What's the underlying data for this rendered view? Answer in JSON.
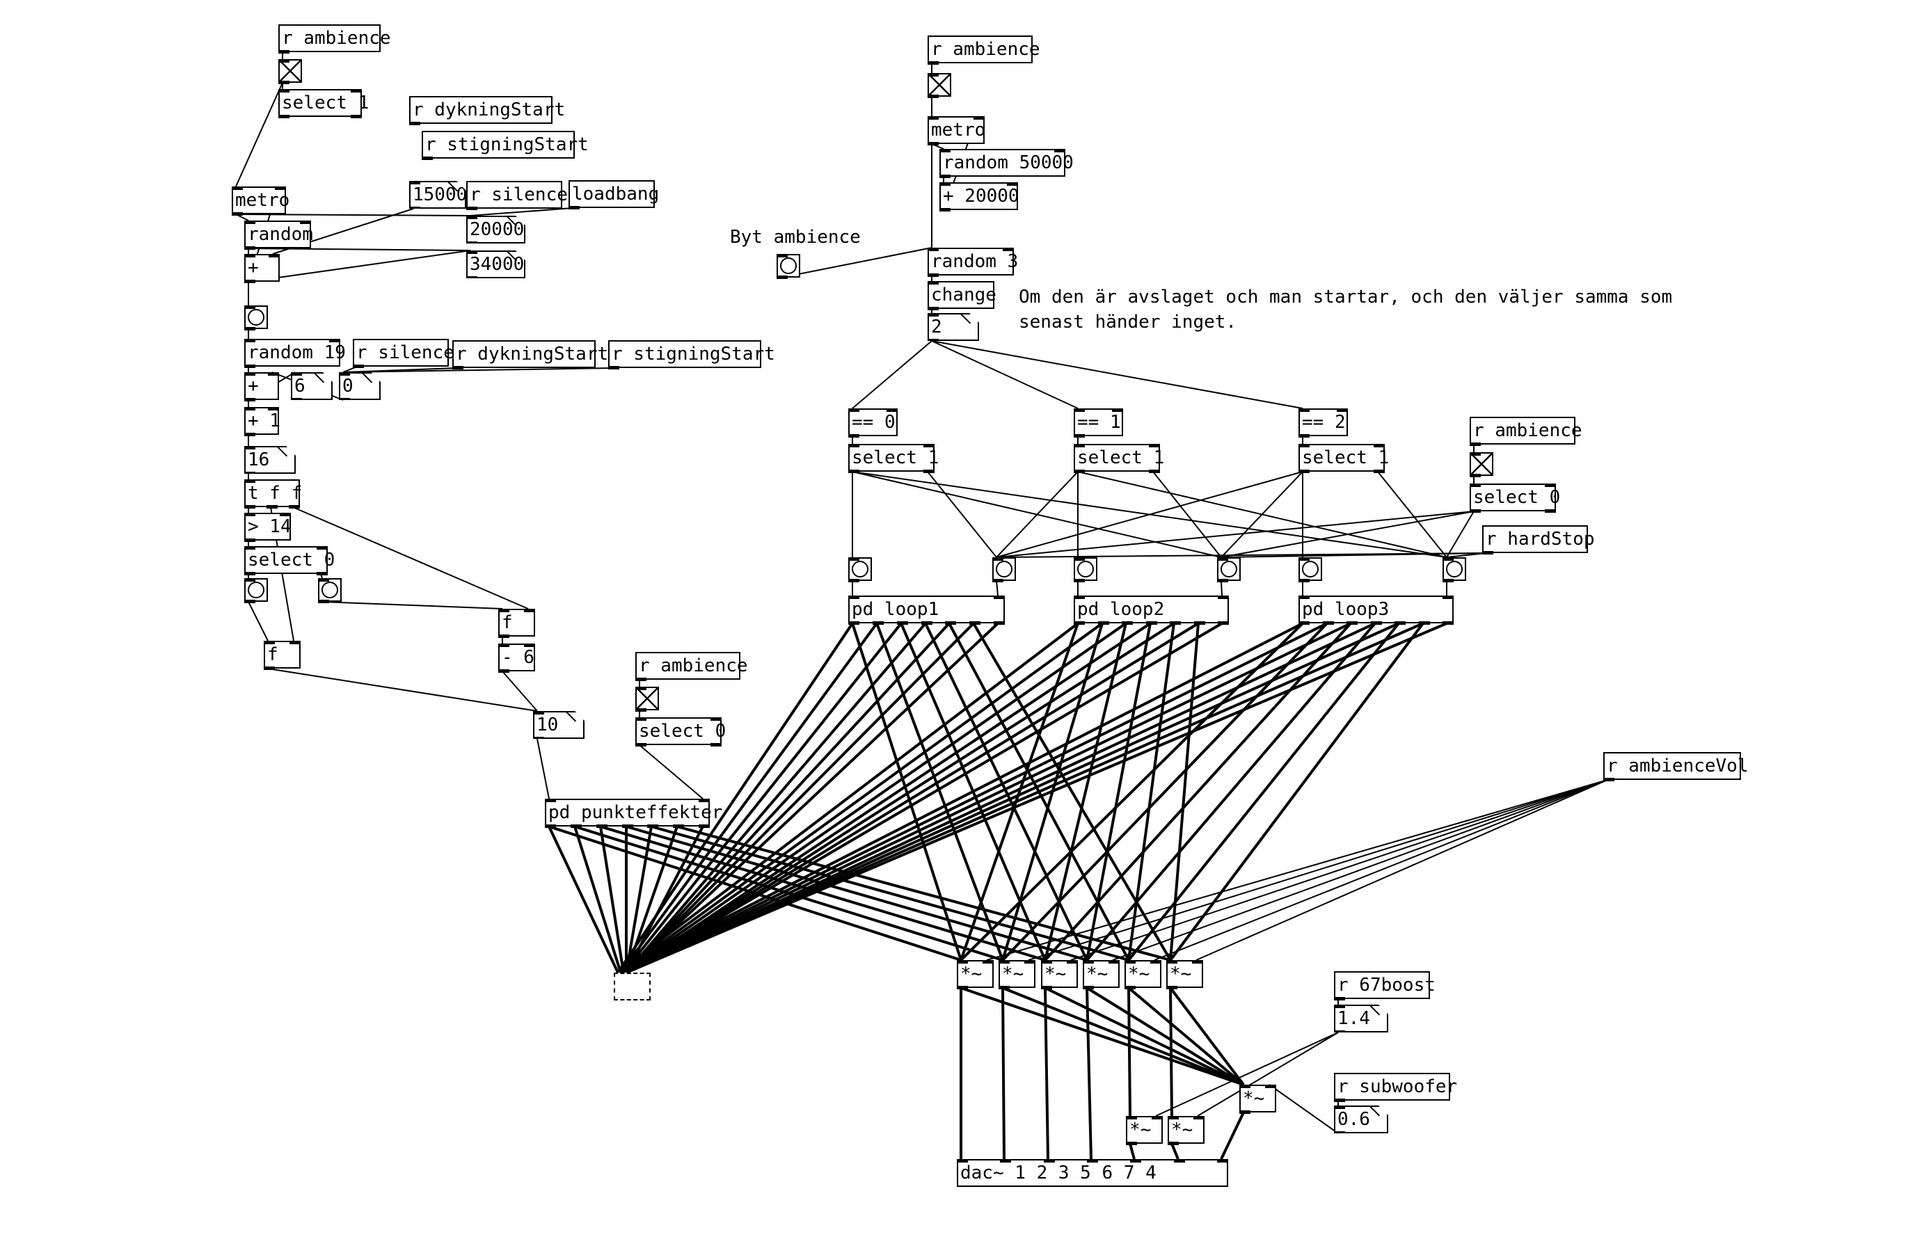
{
  "window": {
    "background": "#ffffff",
    "foreground": "#000000"
  },
  "labels": {
    "amb1": "r ambience",
    "sel1": "select 1",
    "dykstart1": "r dykningStart",
    "stigstart1": "r stigningStart",
    "metro1": "metro",
    "n15000": "15000",
    "rsilence1": "r silence",
    "loadbang": "loadbang",
    "random1": "random",
    "m20000": "20000",
    "plus1": "+",
    "m34000": "34000",
    "random19": "random 19",
    "rsilence2": "r silence",
    "dykstart2": "r dykningStart",
    "stigstart2": "r stigningStart",
    "plus2": "+",
    "n6": "6",
    "n0": "0",
    "plusone": "+ 1",
    "n16": "16",
    "tff": "t f f",
    "gt14": "> 14",
    "sel0a": "select 0",
    "fb": "f",
    "fa": "f",
    "minus6": "- 6",
    "n10": "10",
    "amb3": "r ambience",
    "sel0b": "select 0",
    "pdpunkt": "pd punkteffekter",
    "amb2": "r ambience",
    "metro2": "metro",
    "random50000": "random 50000",
    "plus20000": "+ 20000",
    "bytcomment": "Byt ambience",
    "random3": "random 3",
    "change": "change",
    "comment2": "Om den är avslaget och man startar, och den väljer samma som\nsenast händer inget.",
    "n2": "2",
    "eq0": "== 0",
    "eq1": "== 1",
    "eq2": "== 2",
    "sel1b": "select 1",
    "sel1c": "select 1",
    "sel1d": "select 1",
    "amb4": "r ambience",
    "sel0c": "select 0",
    "hardstop": "r hardStop",
    "loop1": "pd loop1",
    "loop2": "pd loop2",
    "loop3": "pd loop3",
    "ambvol": "r ambienceVol",
    "m1": "*~",
    "m2": "*~",
    "m3": "*~",
    "m4": "*~",
    "m5": "*~",
    "m6": "*~",
    "r67boost": "r 67boost",
    "n14": "1.4",
    "mbig": "*~",
    "rsub": "r subwoofer",
    "n06": "0.6",
    "m7": "*~",
    "m8": "*~",
    "dac": "dac~ 1 2 3 5 6 7 4"
  }
}
